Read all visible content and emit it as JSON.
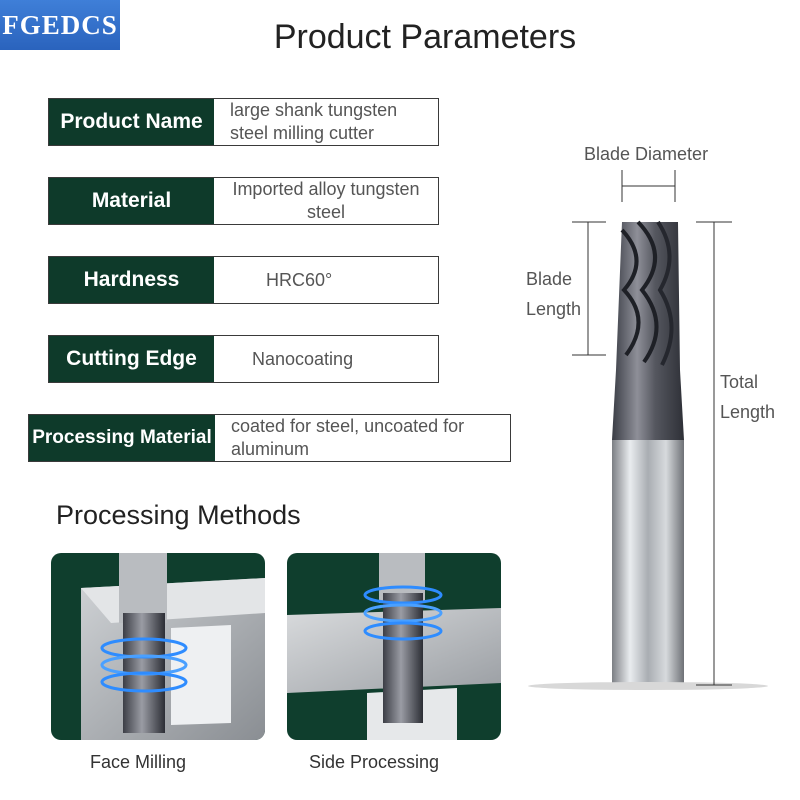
{
  "brand": {
    "logo_text": "FGEDCS",
    "logo_color": "#2f6fcf"
  },
  "page_title": "Product Parameters",
  "params": [
    {
      "label": "Product Name",
      "value": "large shank tungsten steel milling cutter"
    },
    {
      "label": "Material",
      "value": "Imported alloy tungsten steel"
    },
    {
      "label": "Hardness",
      "value": "HRC60°"
    },
    {
      "label": "Cutting Edge",
      "value": "Nanocoating"
    },
    {
      "label": "Processing Material",
      "value": "coated for steel, uncoated for aluminum"
    }
  ],
  "diagram": {
    "blade_diameter": "Blade Diameter",
    "blade_length": "Blade Length",
    "total_length": "Total Length"
  },
  "methods": {
    "title": "Processing Methods",
    "items": [
      {
        "caption": "Face Milling"
      },
      {
        "caption": "Side Processing"
      }
    ]
  },
  "colors": {
    "label_bg": "#0e3a2a",
    "panel_bg": "#0f3e2d",
    "glow": "#2e8cff"
  }
}
